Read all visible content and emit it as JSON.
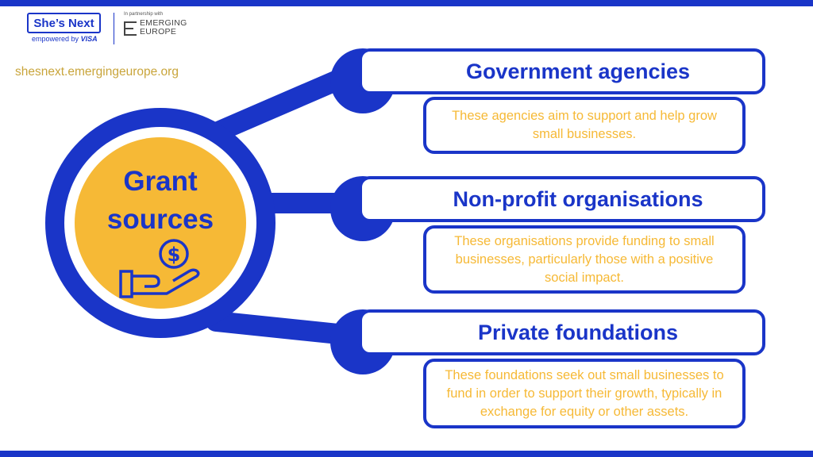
{
  "logo": {
    "brand": "She’s Next",
    "empowered_by": "empowered by",
    "visa": "VISA",
    "partner_label": "In partnership with",
    "partner_line1": "EMERGING",
    "partner_line2": "EUROPE"
  },
  "url": "shesnext.emergingeurope.org",
  "center": {
    "title_line1": "Grant",
    "title_line2": "sources",
    "icon": "hand-holding-dollar-icon"
  },
  "sources": [
    {
      "title": "Government agencies",
      "description": "These agencies aim to support and help grow small businesses."
    },
    {
      "title": "Non-profit organisations",
      "description": "These organisations provide funding to small businesses, particularly those with a positive social impact."
    },
    {
      "title": "Private foundations",
      "description": "These foundations seek out small businesses to fund in order to support their growth, typically in exchange for equity or other assets."
    }
  ],
  "colors": {
    "primary_blue": "#1a35c8",
    "accent_yellow": "#f6b936",
    "url_gold": "#c9a53b",
    "background": "#ffffff"
  }
}
